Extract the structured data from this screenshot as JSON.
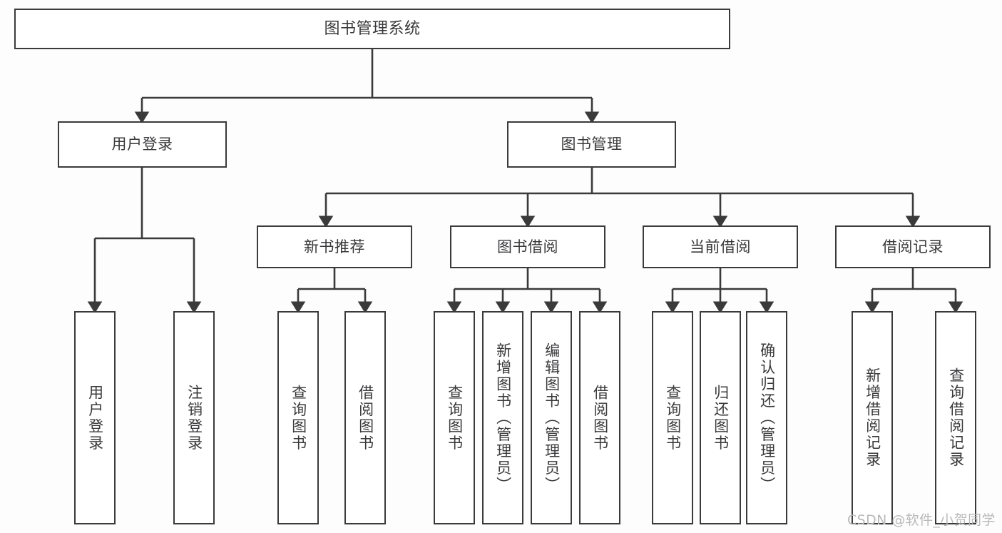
{
  "diagram": {
    "type": "tree-hierarchy",
    "title": "图书管理系统",
    "watermark": "CSDN @软件_小贺同学",
    "colors": {
      "border": "#3a3a3a",
      "text": "#39393b",
      "background": "#fdfdfd",
      "watermark": "#b9b9b9"
    },
    "nodes": {
      "root": {
        "label": "图书管理系统"
      },
      "level2": [
        {
          "label": "用户登录"
        },
        {
          "label": "图书管理"
        }
      ],
      "level3": [
        {
          "label": "新书推荐"
        },
        {
          "label": "图书借阅"
        },
        {
          "label": "当前借阅"
        },
        {
          "label": "借阅记录"
        }
      ],
      "leaves_user_login": [
        {
          "label": "用户登录"
        },
        {
          "label": "注销登录"
        }
      ],
      "leaves_new_book": [
        {
          "label": "查询图书"
        },
        {
          "label": "借阅图书"
        }
      ],
      "leaves_borrow": [
        {
          "label": "查询图书"
        },
        {
          "label": "新增图书（管理员）"
        },
        {
          "label": "编辑图书（管理员）"
        },
        {
          "label": "借阅图书"
        }
      ],
      "leaves_current": [
        {
          "label": "查询图书"
        },
        {
          "label": "归还图书"
        },
        {
          "label": "确认归还（管理员）"
        }
      ],
      "leaves_record": [
        {
          "label": "新增借阅记录"
        },
        {
          "label": "查询借阅记录"
        }
      ]
    }
  }
}
